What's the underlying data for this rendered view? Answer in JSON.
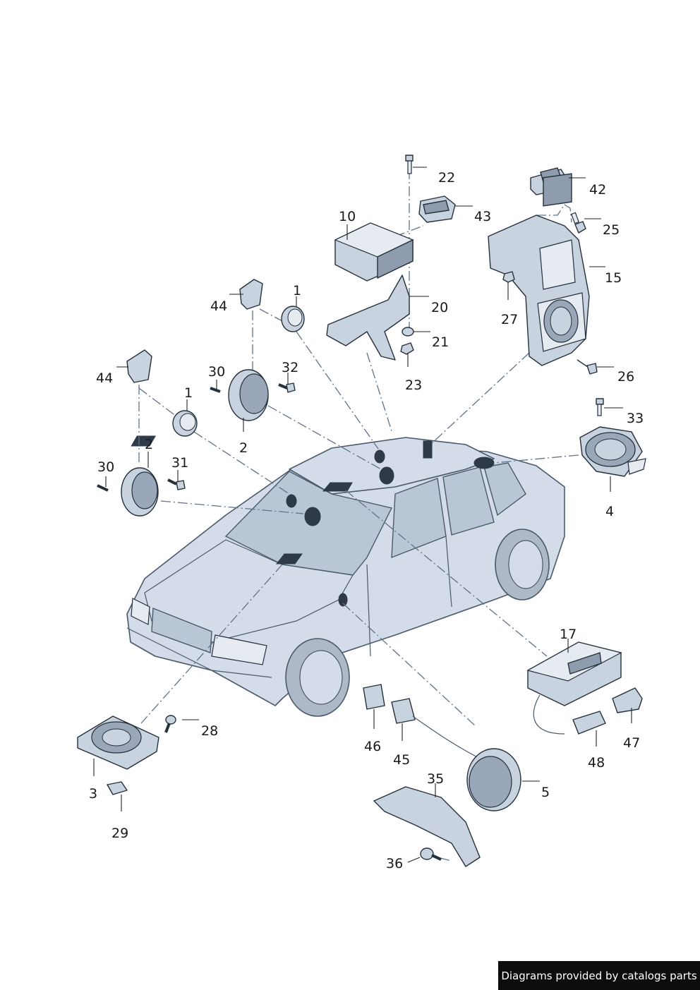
{
  "labels": {
    "p1a": "1",
    "p1b": "1",
    "p2a": "2",
    "p2b": "2",
    "p3": "3",
    "p4": "4",
    "p5": "5",
    "p10": "10",
    "p15": "15",
    "p17": "17",
    "p20": "20",
    "p21": "21",
    "p22": "22",
    "p23": "23",
    "p25": "25",
    "p26": "26",
    "p27": "27",
    "p28": "28",
    "p29": "29",
    "p30a": "30",
    "p30b": "30",
    "p31": "31",
    "p32": "32",
    "p33": "33",
    "p35": "35",
    "p36": "36",
    "p42": "42",
    "p43": "43",
    "p44a": "44",
    "p44b": "44",
    "p45": "45",
    "p46": "46",
    "p47": "47",
    "p48": "48"
  },
  "footer": {
    "text": "Diagrams provided by catalogs parts"
  }
}
